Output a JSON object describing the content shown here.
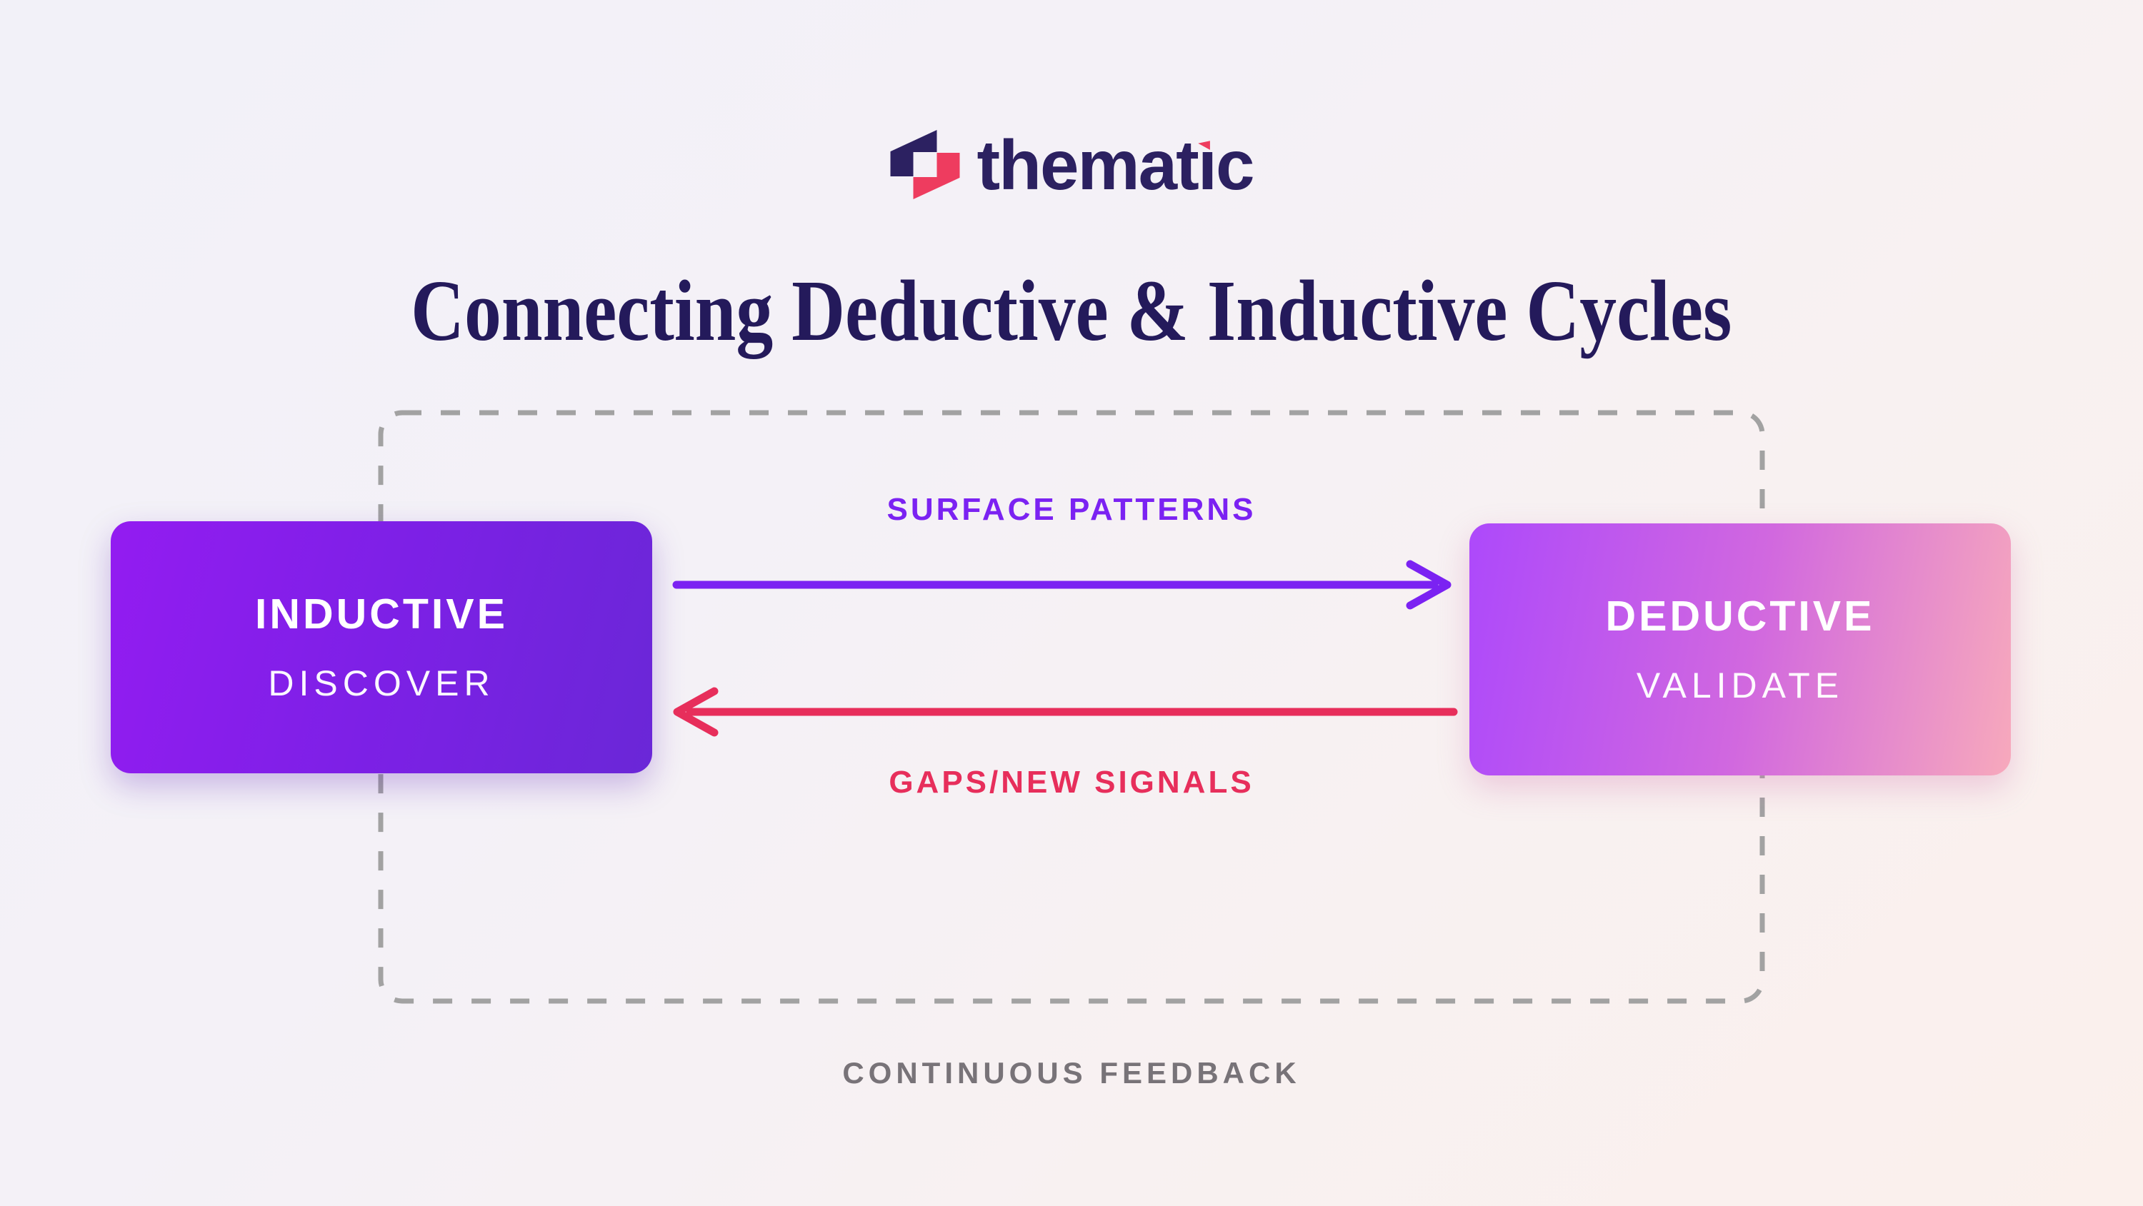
{
  "brand": {
    "name": "thematic",
    "wordmark_prefix": "themat",
    "wordmark_i": "ı",
    "wordmark_suffix": "c"
  },
  "title": "Connecting Deductive & Inductive Cycles",
  "nodes": {
    "inductive": {
      "title": "INDUCTIVE",
      "subtitle": "DISCOVER"
    },
    "deductive": {
      "title": "DEDUCTIVE",
      "subtitle": "VALIDATE"
    }
  },
  "arrows": {
    "forward": {
      "label": "SURFACE PATTERNS",
      "direction": "left-to-right",
      "color": "#7b22f2"
    },
    "backward": {
      "label": "GAPS/NEW SIGNALS",
      "direction": "right-to-left",
      "color": "#e72e5b"
    }
  },
  "feedback_label": "CONTINUOUS FEEDBACK",
  "colors": {
    "background_start": "#f2f1f8",
    "background_end": "#fbf0ec",
    "brand_navy": "#2c2161",
    "brand_pink": "#ee3c5f",
    "title_text": "#241a5b",
    "dashed_border": "#a2a2a2",
    "feedback_text": "#787378",
    "inductive_gradient_start": "#931cf1",
    "inductive_gradient_end": "#6a27d7",
    "deductive_gradient_start": "#ad49fb",
    "deductive_gradient_end": "#f7a9bc",
    "node_text": "#ffffff"
  }
}
